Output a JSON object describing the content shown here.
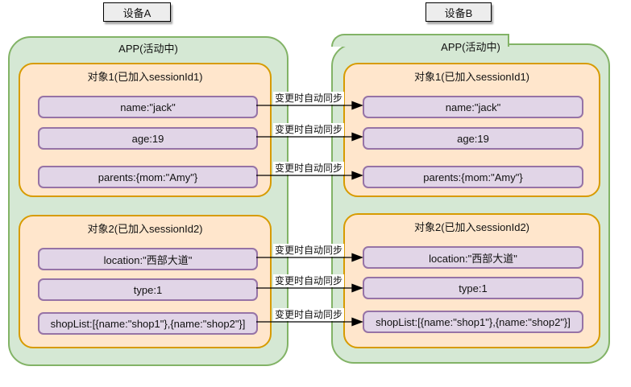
{
  "devices": [
    {
      "label": "设备A",
      "app_title": "APP(活动中)",
      "objects": [
        {
          "title": "对象1(已加入sessionId1)",
          "fields": [
            "name:\"jack\"",
            "age:19",
            "parents:{mom:\"Amy\"}"
          ]
        },
        {
          "title": "对象2(已加入sessionId2)",
          "fields": [
            "location:\"西部大道\"",
            "type:1",
            "shopList:[{name:\"shop1\"},{name:\"shop2\"}]"
          ]
        }
      ]
    },
    {
      "label": "设备B",
      "app_title": "APP(活动中)",
      "objects": [
        {
          "title": "对象1(已加入sessionId1)",
          "fields": [
            "name:\"jack\"",
            "age:19",
            "parents:{mom:\"Amy\"}"
          ]
        },
        {
          "title": "对象2(已加入sessionId2)",
          "fields": [
            "location:\"西部大道\"",
            "type:1",
            "shopList:[{name:\"shop1\"},{name:\"shop2\"}]"
          ]
        }
      ]
    }
  ],
  "sync": {
    "label": "变更时自动同步"
  },
  "colors": {
    "app_fill": "#d5e8d4",
    "app_border": "#82b366",
    "object_fill": "#ffe6cc",
    "object_border": "#d79b00",
    "field_fill": "#e1d5e7",
    "field_border": "#9673a6",
    "device_fill": "#ededed",
    "arrow": "#000000"
  }
}
